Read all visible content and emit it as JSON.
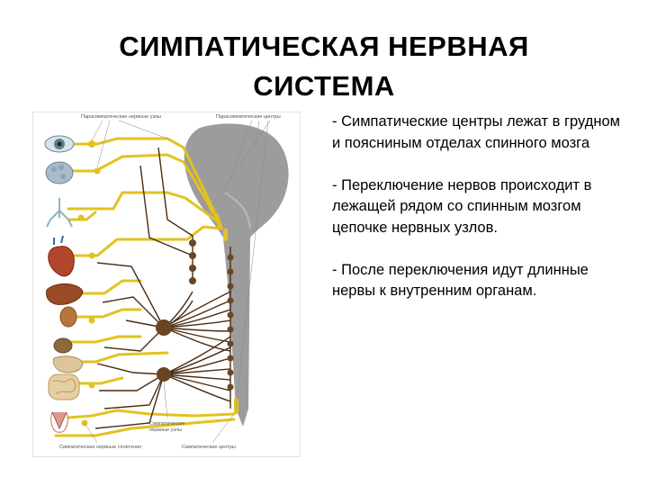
{
  "slide": {
    "title_line1": "СИМПАТИЧЕСКАЯ НЕРВНАЯ",
    "title_line2": "СИСТЕМА"
  },
  "figure": {
    "labels": {
      "parasympathetic_nodes": "Парасимпатические нервные узлы",
      "parasympathetic_centers": "Парасимпатические центры",
      "sympathetic_nodes_1": "Симпатические",
      "sympathetic_nodes_2": "нервные узлы",
      "sympathetic_plexus": "Симпатические нервные сплетения",
      "sympathetic_centers": "Симпатические центры"
    },
    "colors": {
      "nerve": "#e3c21f",
      "brain": "#9c9c9c",
      "ganglion": "#6b4423",
      "fiber": "#4a2c14"
    }
  },
  "bullets": [
    "- Симпатические центры лежат в грудном и поясниным отделах спинного мозга",
    "- Переключение нервов происходит в лежащей рядом со спинным мозгом цепочке нервных узлов.",
    "- После переключения идут длинные нервы к внутренним органам."
  ]
}
